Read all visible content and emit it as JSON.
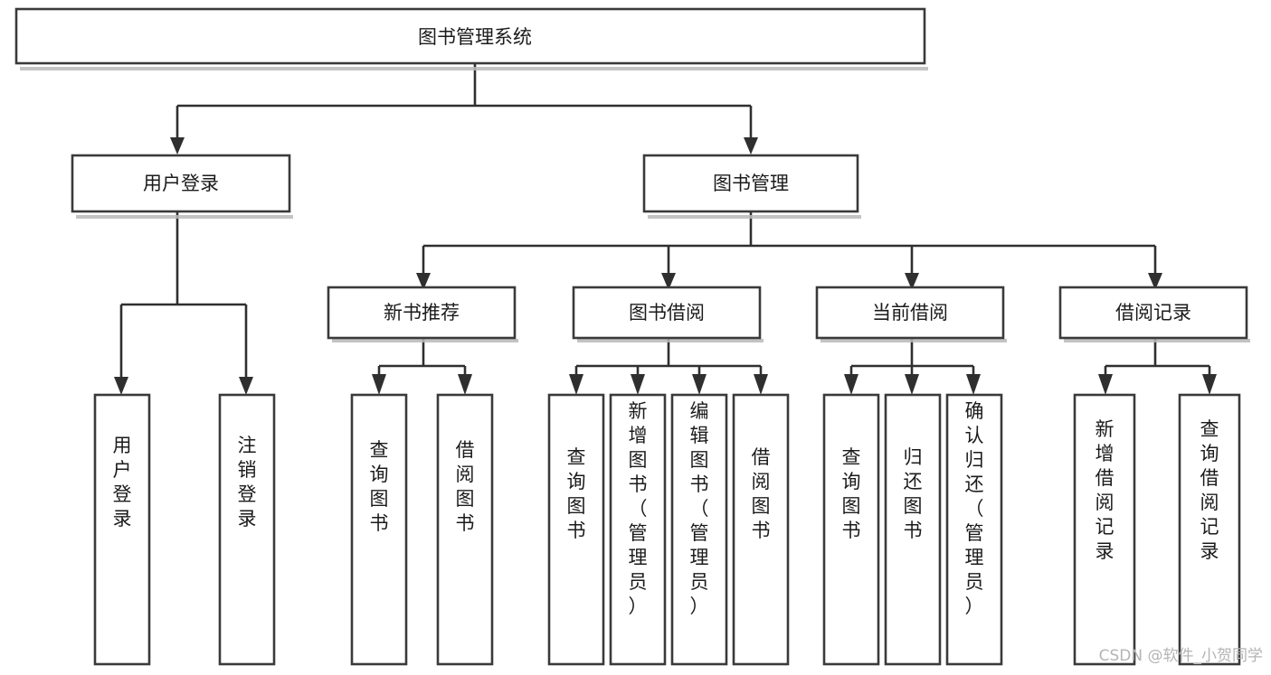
{
  "diagram": {
    "title": "图书管理系统",
    "type": "tree",
    "watermark": "CSDN @软件_小贺同学",
    "colors": {
      "background": "#ffffff",
      "box_stroke": "#3a3a3a",
      "box_fill": "#ffffff",
      "connector": "#2f2f2f",
      "text": "#1b1b1b",
      "watermark": "#b4b4b4"
    },
    "root": {
      "label": "图书管理系统"
    },
    "level1": [
      {
        "label": "用户登录"
      },
      {
        "label": "图书管理"
      }
    ],
    "level2": [
      {
        "label": "新书推荐",
        "parent": "图书管理"
      },
      {
        "label": "图书借阅",
        "parent": "图书管理"
      },
      {
        "label": "当前借阅",
        "parent": "图书管理"
      },
      {
        "label": "借阅记录",
        "parent": "图书管理"
      }
    ],
    "leaves": {
      "用户登录": [
        "用户登录",
        "注销登录"
      ],
      "新书推荐": [
        "查询图书",
        "借阅图书"
      ],
      "图书借阅": [
        "查询图书",
        "新增图书（管理员）",
        "编辑图书（管理员）",
        "借阅图书"
      ],
      "当前借阅": [
        "查询图书",
        "归还图书",
        "确认归还（管理员）"
      ],
      "借阅记录": [
        "新增借阅记录",
        "查询借阅记录"
      ]
    }
  },
  "chart_data": {
    "type": "table",
    "title": "图书管理系统 功能结构图",
    "nodes": [
      {
        "id": "root",
        "label": "图书管理系统",
        "level": 0,
        "parent": null
      },
      {
        "id": "n-user-login",
        "label": "用户登录",
        "level": 1,
        "parent": "root"
      },
      {
        "id": "n-book-manage",
        "label": "图书管理",
        "level": 1,
        "parent": "root"
      },
      {
        "id": "n-new-book-rec",
        "label": "新书推荐",
        "level": 2,
        "parent": "n-book-manage"
      },
      {
        "id": "n-book-borrow",
        "label": "图书借阅",
        "level": 2,
        "parent": "n-book-manage"
      },
      {
        "id": "n-current-borrow",
        "label": "当前借阅",
        "level": 2,
        "parent": "n-book-manage"
      },
      {
        "id": "n-borrow-record",
        "label": "借阅记录",
        "level": 2,
        "parent": "n-book-manage"
      },
      {
        "id": "l-user-login",
        "label": "用户登录",
        "level": 2,
        "parent": "n-user-login"
      },
      {
        "id": "l-logout",
        "label": "注销登录",
        "level": 2,
        "parent": "n-user-login"
      },
      {
        "id": "l-rec-query",
        "label": "查询图书",
        "level": 3,
        "parent": "n-new-book-rec"
      },
      {
        "id": "l-rec-borrow",
        "label": "借阅图书",
        "level": 3,
        "parent": "n-new-book-rec"
      },
      {
        "id": "l-bb-query",
        "label": "查询图书",
        "level": 3,
        "parent": "n-book-borrow"
      },
      {
        "id": "l-bb-add",
        "label": "新增图书（管理员）",
        "level": 3,
        "parent": "n-book-borrow"
      },
      {
        "id": "l-bb-edit",
        "label": "编辑图书（管理员）",
        "level": 3,
        "parent": "n-book-borrow"
      },
      {
        "id": "l-bb-borrow",
        "label": "借阅图书",
        "level": 3,
        "parent": "n-book-borrow"
      },
      {
        "id": "l-cb-query",
        "label": "查询图书",
        "level": 3,
        "parent": "n-current-borrow"
      },
      {
        "id": "l-cb-return",
        "label": "归还图书",
        "level": 3,
        "parent": "n-current-borrow"
      },
      {
        "id": "l-cb-confirm",
        "label": "确认归还（管理员）",
        "level": 3,
        "parent": "n-current-borrow"
      },
      {
        "id": "l-br-add",
        "label": "新增借阅记录",
        "level": 3,
        "parent": "n-borrow-record"
      },
      {
        "id": "l-br-query",
        "label": "查询借阅记录",
        "level": 3,
        "parent": "n-borrow-record"
      }
    ]
  }
}
